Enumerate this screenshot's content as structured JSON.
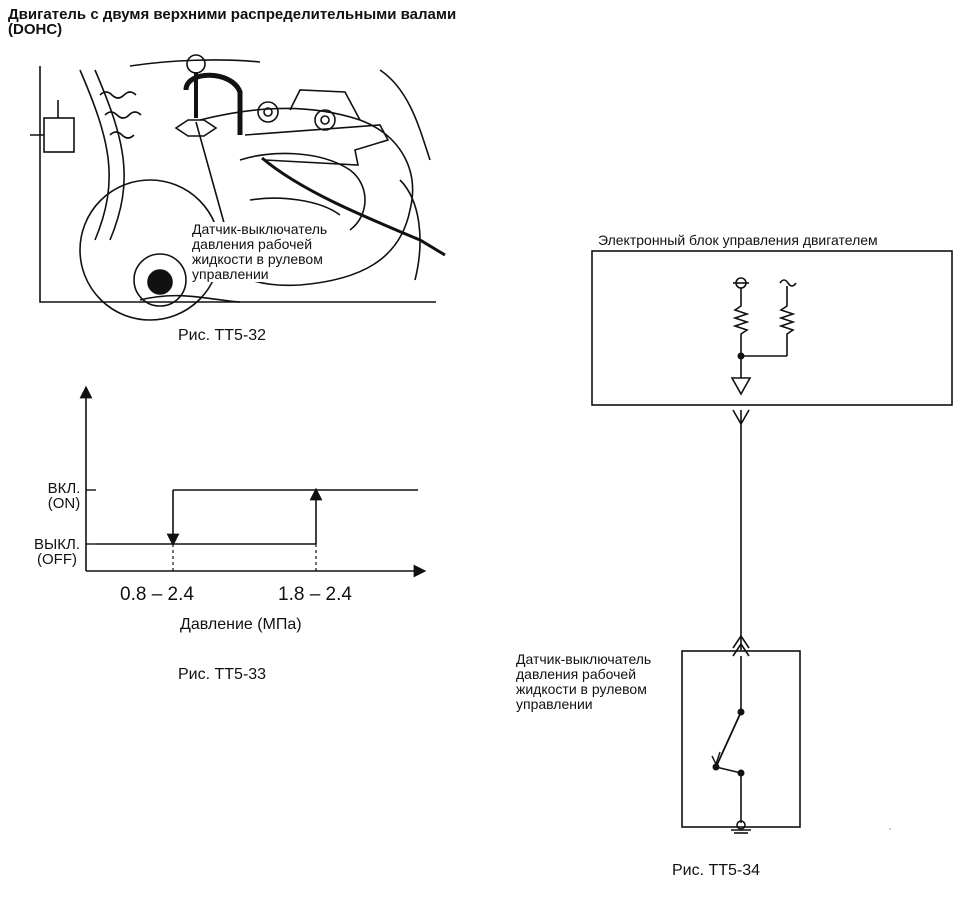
{
  "header": {
    "title": "Двигатель с двумя верхними распределительными валами (DOHC)"
  },
  "figure_32": {
    "caption": "Рис. TT5-32",
    "callout_lines": [
      "Датчик-выключатель",
      "давления рабочей",
      "жидкости в рулевом",
      "управлении"
    ]
  },
  "figure_33": {
    "caption": "Рис. TT5-33",
    "y_on_label": [
      "ВКЛ.",
      "(ON)"
    ],
    "y_off_label": [
      "ВЫКЛ.",
      "(OFF)"
    ],
    "x_tick_left": "0.8 – 2.4",
    "x_tick_right": "1.8 – 2.4",
    "x_axis_label": "Давление (МПа)"
  },
  "chart_data": {
    "type": "line",
    "title": "",
    "xlabel": "Давление (МПа)",
    "ylabel": "",
    "y_states": [
      "ВЫКЛ. (OFF)",
      "ВКЛ. (ON)"
    ],
    "x_ticks": [
      "0.8 – 2.4",
      "1.8 – 2.4"
    ],
    "series": [
      {
        "direction": "decreasing",
        "switch_at": "0.8 – 2.4",
        "from": "ВКЛ. (ON)",
        "to": "ВЫКЛ. (OFF)"
      },
      {
        "direction": "increasing",
        "switch_at": "1.8 – 2.4",
        "from": "ВЫКЛ. (OFF)",
        "to": "ВКЛ. (ON)"
      }
    ]
  },
  "figure_34": {
    "caption": "Рис. TT5-34",
    "ecu_label": "Электронный блок управления двигателем",
    "switch_label_lines": [
      "Датчик-выключатель",
      "давления рабочей",
      "жидкости в рулевом",
      "управлении"
    ]
  }
}
